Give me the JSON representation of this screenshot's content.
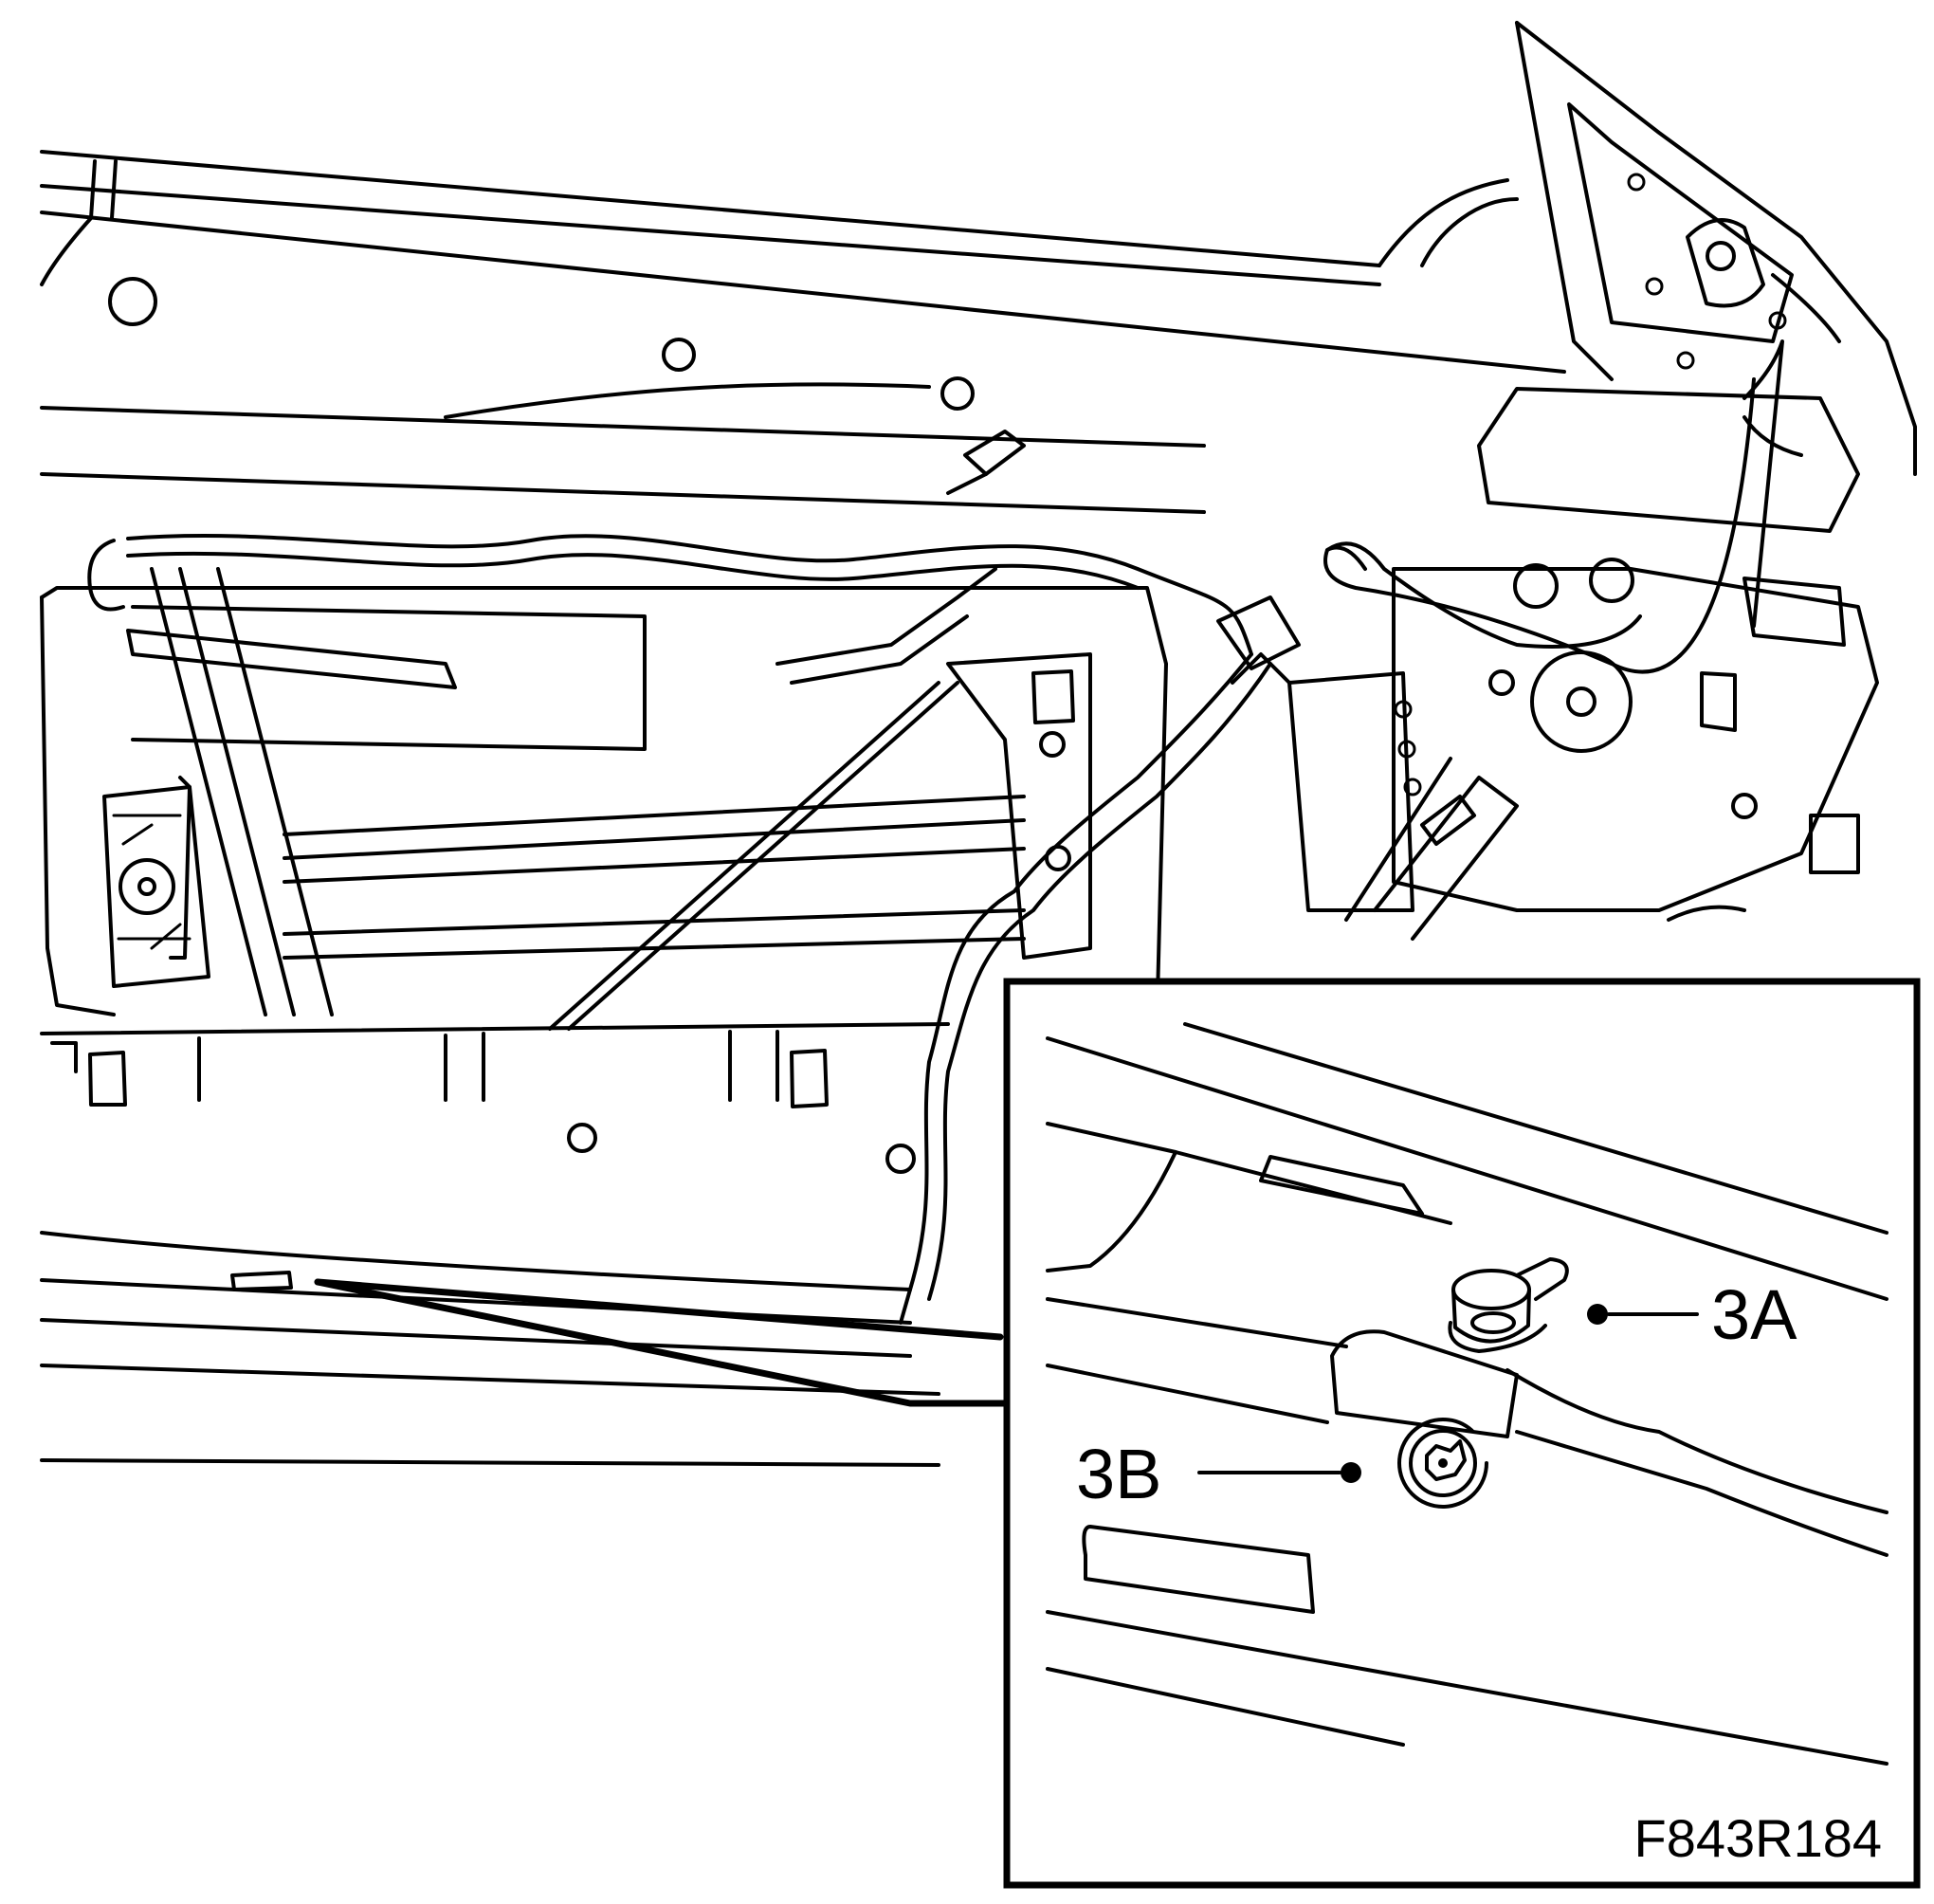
{
  "figure": {
    "callouts": [
      {
        "id": "3A",
        "text": "3A"
      },
      {
        "id": "3B",
        "text": "3B"
      }
    ],
    "figure_code": "F843R184"
  }
}
